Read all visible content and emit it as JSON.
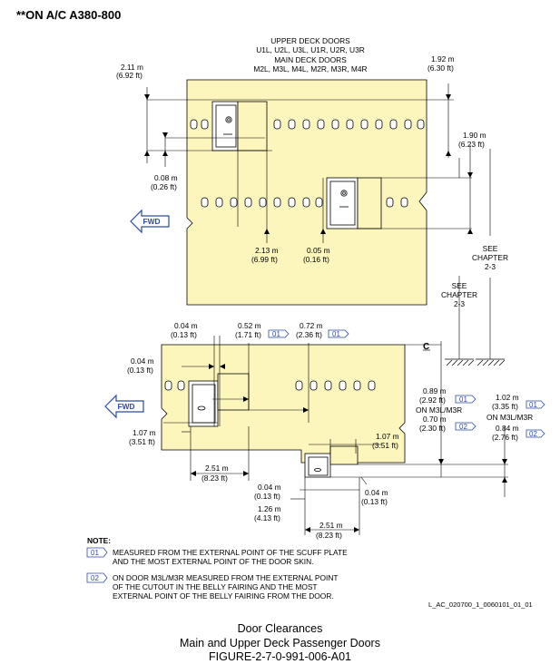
{
  "header": {
    "title": "**ON A/C A380-800"
  },
  "top_view": {
    "door_labels": [
      "UPPER DECK DOORS",
      "U1L, U2L, U3L, U1R, U2R, U3R",
      "MAIN DECK DOORS",
      "M2L, M3L, M4L, M2R, M3R, M4R"
    ],
    "fwd": "FWD",
    "dim_2_11": [
      "2.11 m",
      "(6.92 ft)"
    ],
    "dim_1_92": [
      "1.92 m",
      "(6.30 ft)"
    ],
    "dim_1_90": [
      "1.90 m",
      "(6.23 ft)"
    ],
    "dim_0_08": [
      "0.08 m",
      "(0.26 ft)"
    ],
    "dim_2_13": [
      "2.13 m",
      "(6.99 ft)"
    ],
    "dim_0_05": [
      "0.05 m",
      "(0.16 ft)"
    ],
    "see_chapter_right": [
      "SEE",
      "CHAPTER",
      "2-3"
    ],
    "see_chapter_left": [
      "SEE",
      "CHAPTER",
      "2-3"
    ]
  },
  "bottom_view": {
    "fwd": "FWD",
    "centerline": "C",
    "dim_0_04_top": [
      "0.04 m",
      "(0.13 ft)"
    ],
    "dim_0_52": [
      "0.52 m",
      "(1.71 ft)"
    ],
    "dim_0_72": [
      "0.72 m",
      "(2.36 ft)"
    ],
    "dim_0_04_left": [
      "0.04 m",
      "(0.13 ft)"
    ],
    "dim_1_07_left": [
      "1.07 m",
      "(3.51 ft)"
    ],
    "dim_1_07_right": [
      "1.07 m",
      "(3.51 ft)"
    ],
    "dim_2_51_top": [
      "2.51 m",
      "(8.23 ft)"
    ],
    "dim_0_04_low_left": [
      "0.04 m",
      "(0.13 ft)"
    ],
    "dim_0_04_low_right": [
      "0.04 m",
      "(0.13 ft)"
    ],
    "dim_1_26": [
      "1.26 m",
      "(4.13 ft)"
    ],
    "dim_2_51_bottom": [
      "2.51 m",
      "(8.23 ft)"
    ],
    "dim_0_89": [
      "0.89 m",
      "(2.92 ft)"
    ],
    "on_m3l": "ON M3L/M3R",
    "dim_0_70": [
      "0.70 m",
      "(2.30 ft)"
    ],
    "dim_1_02": [
      "1.02 m",
      "(3.35 ft)"
    ],
    "on_m3l_2": "ON M3L/M3R",
    "dim_0_84": [
      "0.84 m",
      "(2.76 ft)"
    ]
  },
  "tags": {
    "t01": "01",
    "t02": "02"
  },
  "notes": {
    "heading": "NOTE:",
    "note01": [
      "MEASURED FROM THE EXTERNAL POINT OF THE SCUFF PLATE",
      "AND THE MOST EXTERNAL POINT OF THE DOOR SKIN."
    ],
    "note02": [
      "ON DOOR M3L/M3R MEASURED FROM THE EXTERNAL POINT",
      "OF THE CUTOUT IN THE BELLY FAIRING AND THE MOST",
      "EXTERNAL POINT OF THE BELLY FAIRING FROM THE DOOR."
    ]
  },
  "reference": "L_AC_020700_1_0060101_01_01",
  "caption": {
    "line1": "Door Clearances",
    "line2": "Main and Upper Deck Passenger Doors",
    "line3": "FIGURE-2-7-0-991-006-A01"
  },
  "colors": {
    "fuselage": "#fcf6bd",
    "tag": "#2b4aa8",
    "line": "#000000"
  }
}
